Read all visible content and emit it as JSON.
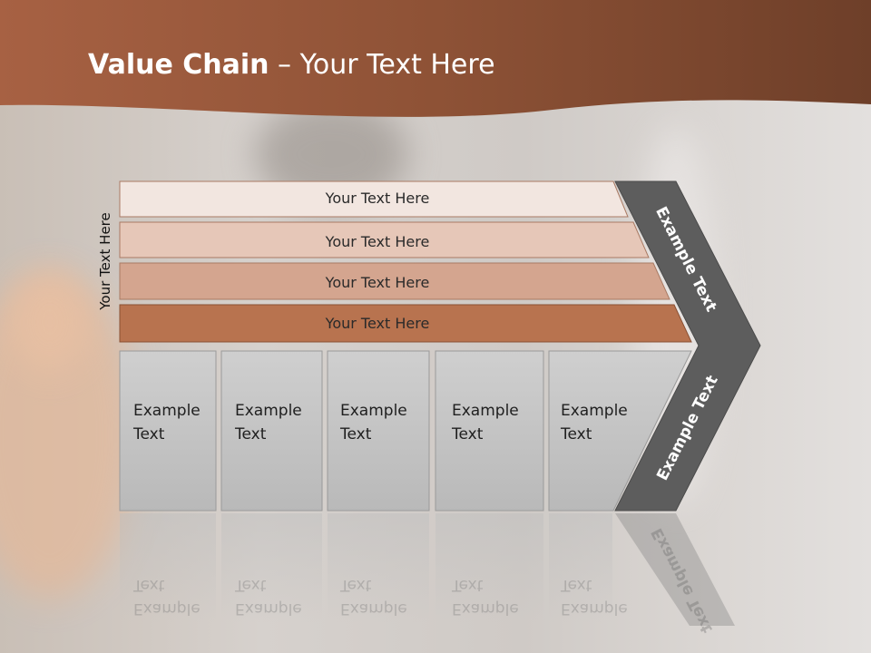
{
  "title": {
    "bold": "Value Chain",
    "rest": " – Your Text Here"
  },
  "side_label": "Your Text Here",
  "bands": [
    {
      "label": "Your Text Here",
      "color": "#f2e6e0"
    },
    {
      "label": "Your Text Here",
      "color": "#e6c7b8"
    },
    {
      "label": "Your Text Here",
      "color": "#d4a58f"
    },
    {
      "label": "Your Text Here",
      "color": "#b8734f"
    }
  ],
  "cells": [
    {
      "line1": "Example",
      "line2": "Text"
    },
    {
      "line1": "Example",
      "line2": "Text"
    },
    {
      "line1": "Example",
      "line2": "Text"
    },
    {
      "line1": "Example",
      "line2": "Text"
    },
    {
      "line1": "Example",
      "line2": "Text"
    }
  ],
  "chevron": {
    "upper": "Example Text",
    "lower": "Example Text"
  },
  "colors": {
    "header": "#8e5236",
    "chevron": "#5d5d5d",
    "cell": "#c8c8c8"
  }
}
